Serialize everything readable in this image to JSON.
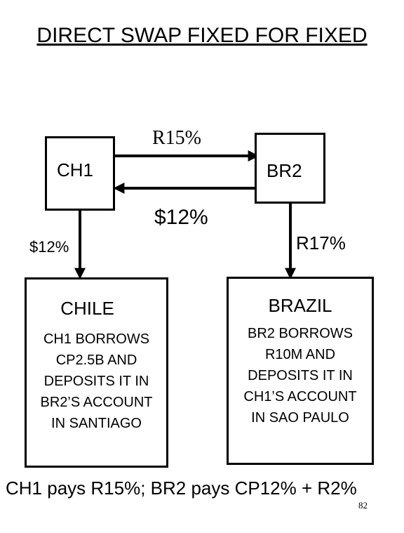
{
  "title": "DIRECT  SWAP FIXED FOR FIXED",
  "nodes": {
    "ch1": "CH1",
    "br2": "BR2"
  },
  "flows": {
    "ch1_to_br2": "R15%",
    "br2_to_ch1": "$12%",
    "ch1_to_chile": "$12%",
    "br2_to_brazil": "R17%"
  },
  "chile": {
    "heading": "CHILE",
    "lines": [
      "CH1 BORROWS",
      "CP2.5B AND",
      "DEPOSITS IT IN",
      "BR2’S ACCOUNT",
      "IN SANTIAGO"
    ]
  },
  "brazil": {
    "heading": "BRAZIL",
    "lines": [
      "BR2 BORROWS",
      "R10M AND",
      "DEPOSITS IT IN",
      "CH1’S ACCOUNT",
      "IN SAO PAULO"
    ]
  },
  "footer": "CH1 pays R15%;  BR2 pays CP12% + R2%",
  "page_number": "82"
}
